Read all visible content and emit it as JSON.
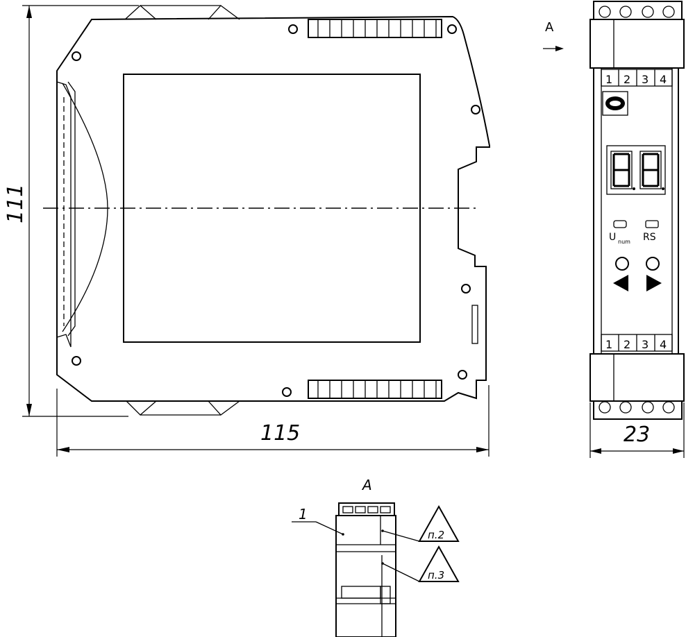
{
  "dimensions": {
    "height": "111",
    "width": "115",
    "front_width": "23"
  },
  "view_marks": {
    "arrow_label": "А",
    "detail_label": "А"
  },
  "terminals": {
    "top": [
      "1",
      "2",
      "3",
      "4"
    ],
    "bottom": [
      "1",
      "2",
      "3",
      "4"
    ]
  },
  "front_labels": {
    "u_main": "U",
    "u_sub": "num",
    "rs": "RS"
  },
  "callouts": {
    "item": "1",
    "note_a": "п.2",
    "note_b": "п.3"
  }
}
